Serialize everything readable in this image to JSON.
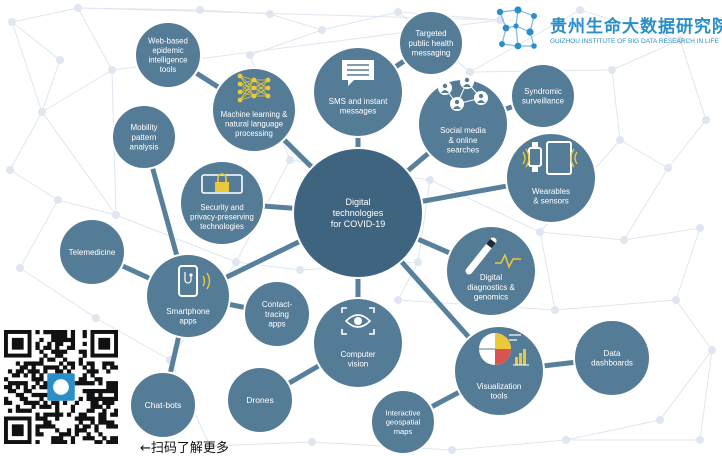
{
  "center": {
    "lines": [
      "Digital",
      "technologies",
      "for COVID-19"
    ]
  },
  "nodes": [
    {
      "id": "web-based-epidemic-intelligence-tools",
      "lines": [
        "Web-based",
        "epidemic",
        "intelligence",
        "tools"
      ]
    },
    {
      "id": "machine-learning",
      "lines": [
        "Machine learning &",
        "natural language",
        "processing"
      ],
      "icon": "neural-network-icon"
    },
    {
      "id": "sms-and-instant-messages",
      "lines": [
        "SMS and instant",
        "messages"
      ],
      "icon": "message-bubble-icon"
    },
    {
      "id": "targeted-public-health-messaging",
      "lines": [
        "Targeted",
        "public health",
        "messaging"
      ]
    },
    {
      "id": "syndromic-surveillance",
      "lines": [
        "Syndromic",
        "surveillance"
      ]
    },
    {
      "id": "social-media",
      "lines": [
        "Social media",
        "& online",
        "searches"
      ],
      "icon": "people-network-icon"
    },
    {
      "id": "wearables-and-sensors",
      "lines": [
        "Wearables",
        "& sensors"
      ],
      "icon": "wearable-devices-icon"
    },
    {
      "id": "digital-diagnostics-and-genomics",
      "lines": [
        "Digital",
        "diagnostics &",
        "genomics"
      ],
      "icon": "test-strip-icon"
    },
    {
      "id": "data-dashboards",
      "lines": [
        "Data",
        "dashboards"
      ]
    },
    {
      "id": "visualization-tools",
      "lines": [
        "Visualization",
        "tools"
      ],
      "icon": "pie-chart-icon"
    },
    {
      "id": "interactive-geospatial-maps",
      "lines": [
        "Interactive",
        "geospatial",
        "maps"
      ]
    },
    {
      "id": "computer-vision",
      "lines": [
        "Computer",
        "vision"
      ],
      "icon": "eye-icon"
    },
    {
      "id": "drones",
      "lines": [
        "Drones"
      ]
    },
    {
      "id": "chat-bots",
      "lines": [
        "Chat-bots"
      ]
    },
    {
      "id": "smartphone-apps",
      "lines": [
        "Smartphone",
        "apps"
      ],
      "icon": "smartphone-icon"
    },
    {
      "id": "contact-tracing-apps",
      "lines": [
        "Contact-",
        "tracing",
        "apps"
      ]
    },
    {
      "id": "telemedicine",
      "lines": [
        "Telemedicine"
      ]
    },
    {
      "id": "mobility-pattern-analysis",
      "lines": [
        "Mobility",
        "pattern",
        "analysis"
      ]
    },
    {
      "id": "security-and-privacy",
      "lines": [
        "Security and",
        "privacy-preserving",
        "technologies"
      ],
      "icon": "lock-icon"
    }
  ],
  "logo": {
    "name_cn": "贵州生命大数据研究院",
    "name_en": "GUIZHOU INSTITUTE OF BIG DATA RESEARCH IN LIFE"
  },
  "qr": {
    "caption": "←扫码了解更多"
  },
  "colors": {
    "node": "#557c97",
    "node_dark": "#3e6480",
    "edge": "#57809c",
    "background_network": "#dfe6ef",
    "logo": "#2a8fc9"
  }
}
